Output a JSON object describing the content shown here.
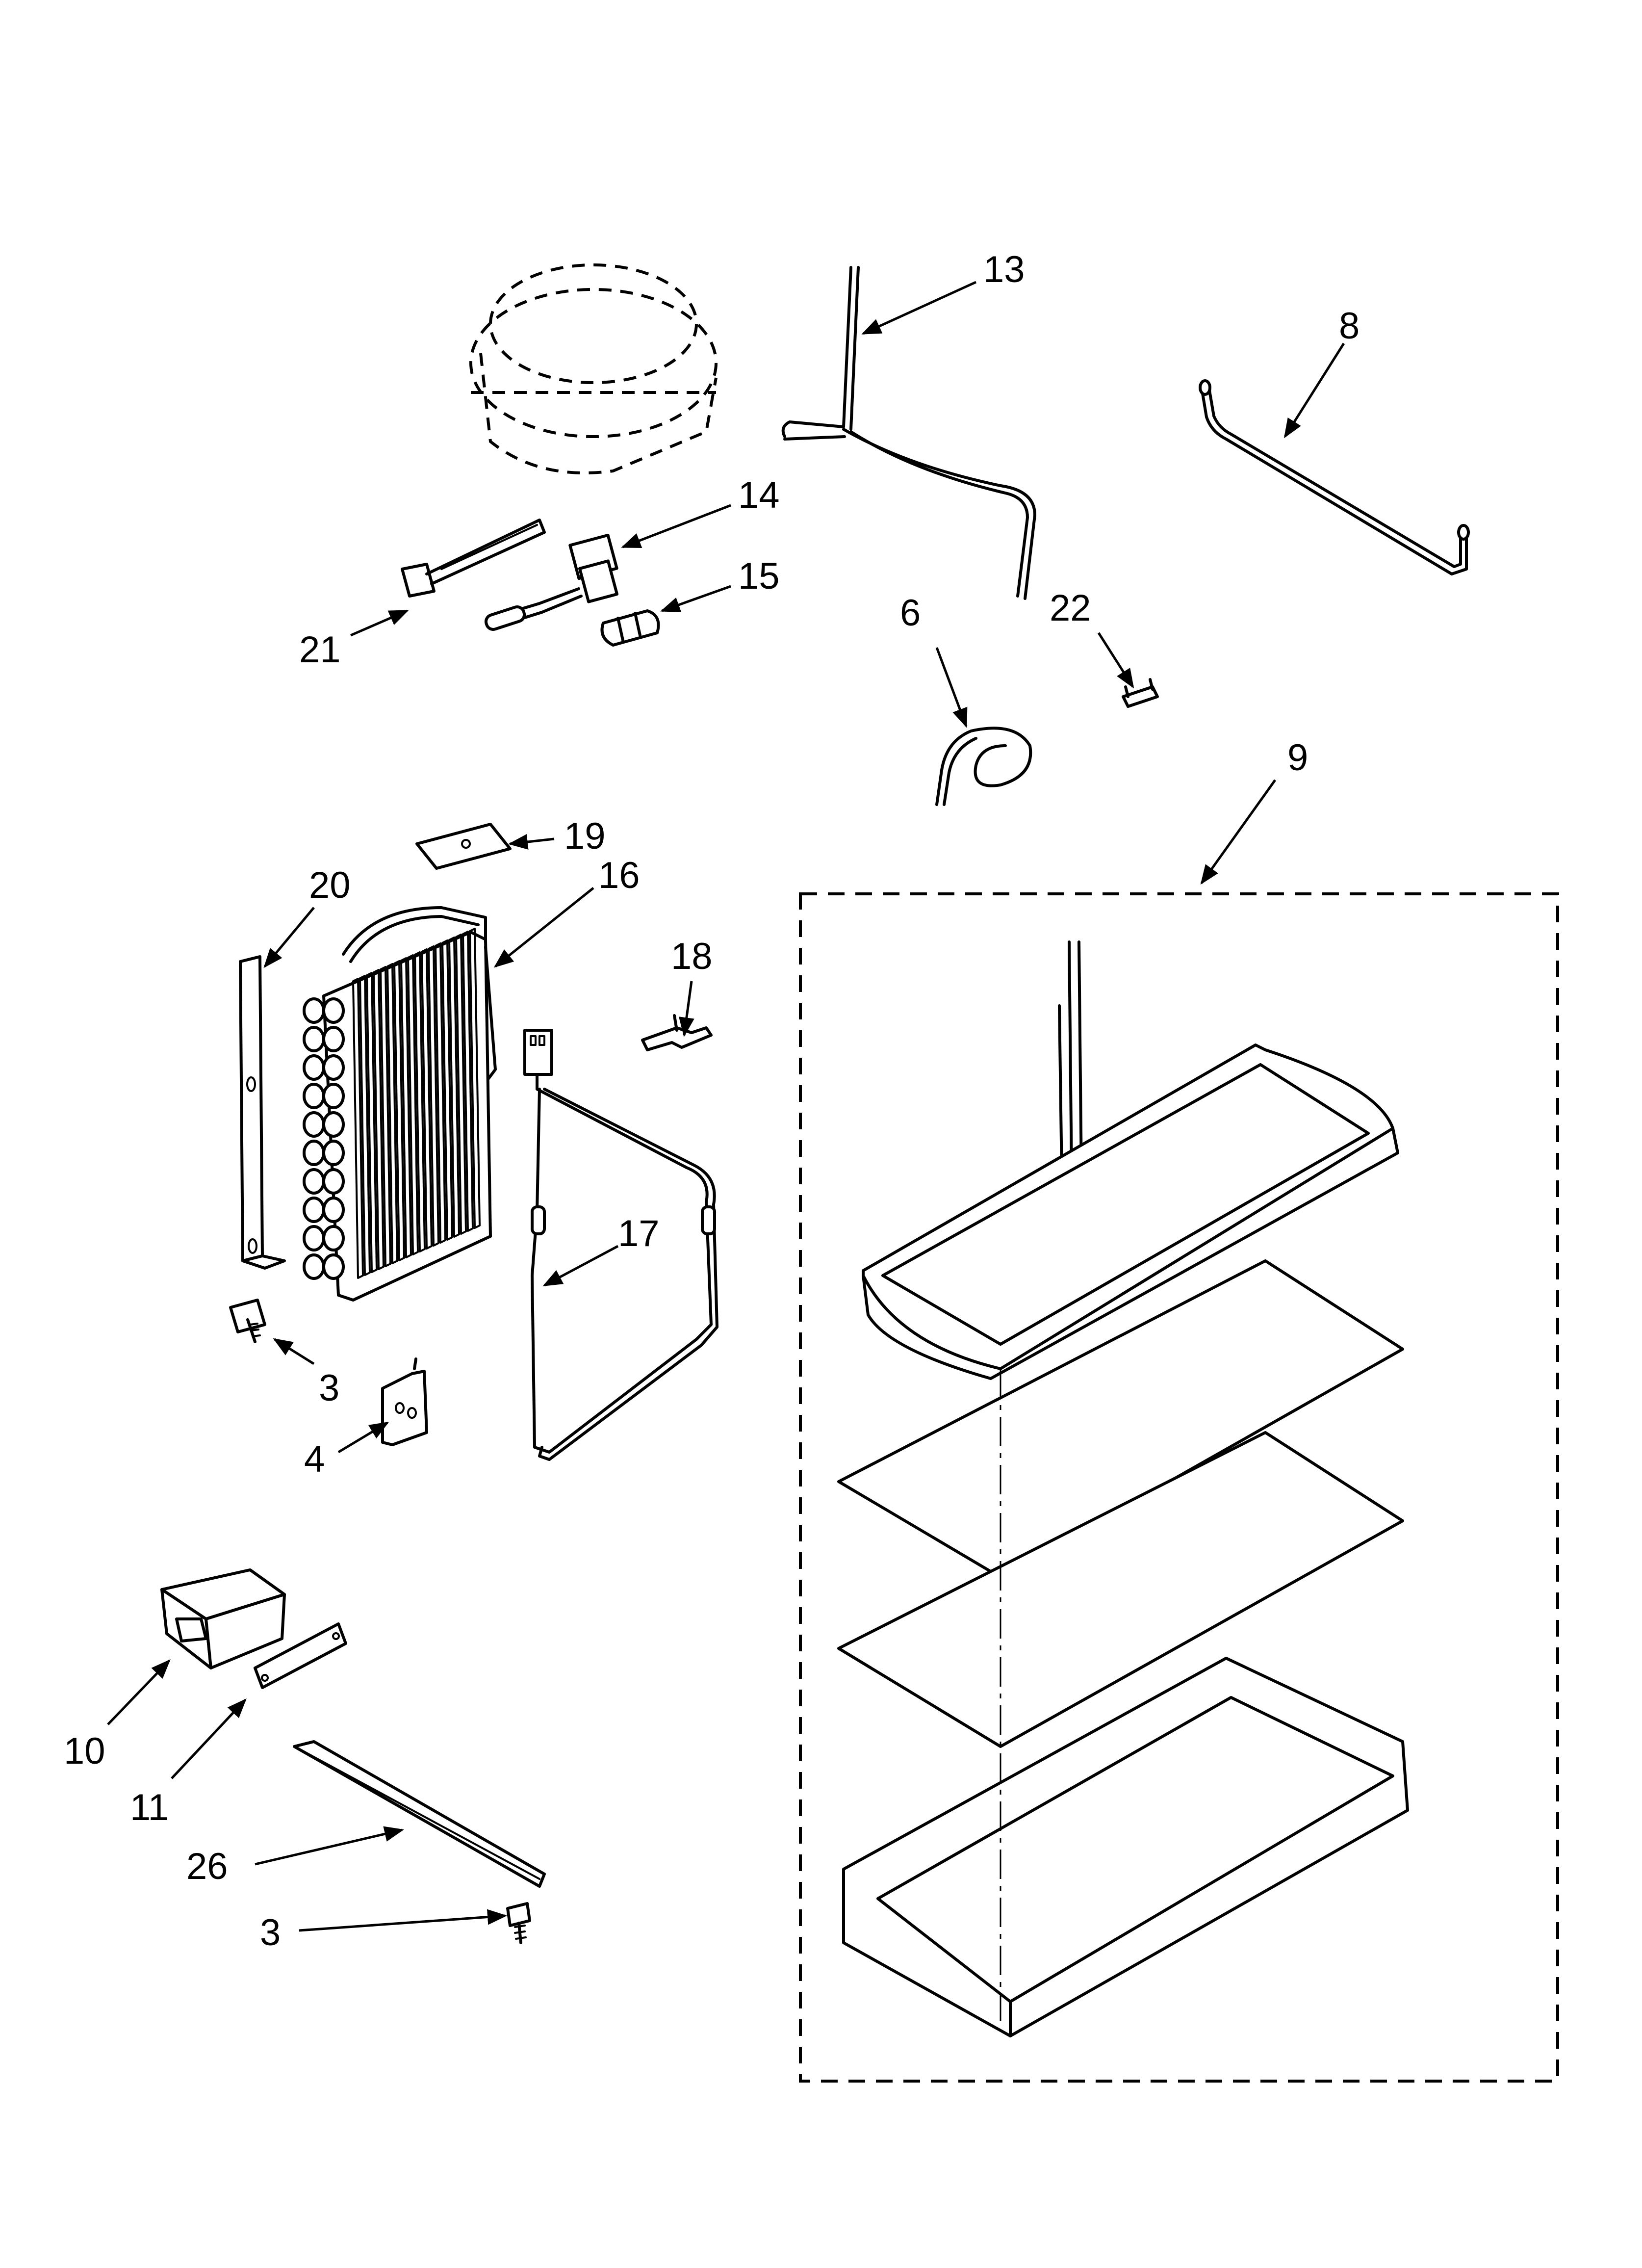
{
  "diagram": {
    "callouts": [
      {
        "id": "13",
        "label": "13"
      },
      {
        "id": "8",
        "label": "8"
      },
      {
        "id": "14",
        "label": "14"
      },
      {
        "id": "15",
        "label": "15"
      },
      {
        "id": "21",
        "label": "21"
      },
      {
        "id": "6",
        "label": "6"
      },
      {
        "id": "22",
        "label": "22"
      },
      {
        "id": "9",
        "label": "9"
      },
      {
        "id": "19",
        "label": "19"
      },
      {
        "id": "20",
        "label": "20"
      },
      {
        "id": "16",
        "label": "16"
      },
      {
        "id": "18",
        "label": "18"
      },
      {
        "id": "17",
        "label": "17"
      },
      {
        "id": "3a",
        "label": "3"
      },
      {
        "id": "4",
        "label": "4"
      },
      {
        "id": "10",
        "label": "10"
      },
      {
        "id": "11",
        "label": "11"
      },
      {
        "id": "26",
        "label": "26"
      },
      {
        "id": "3b",
        "label": "3"
      }
    ]
  }
}
